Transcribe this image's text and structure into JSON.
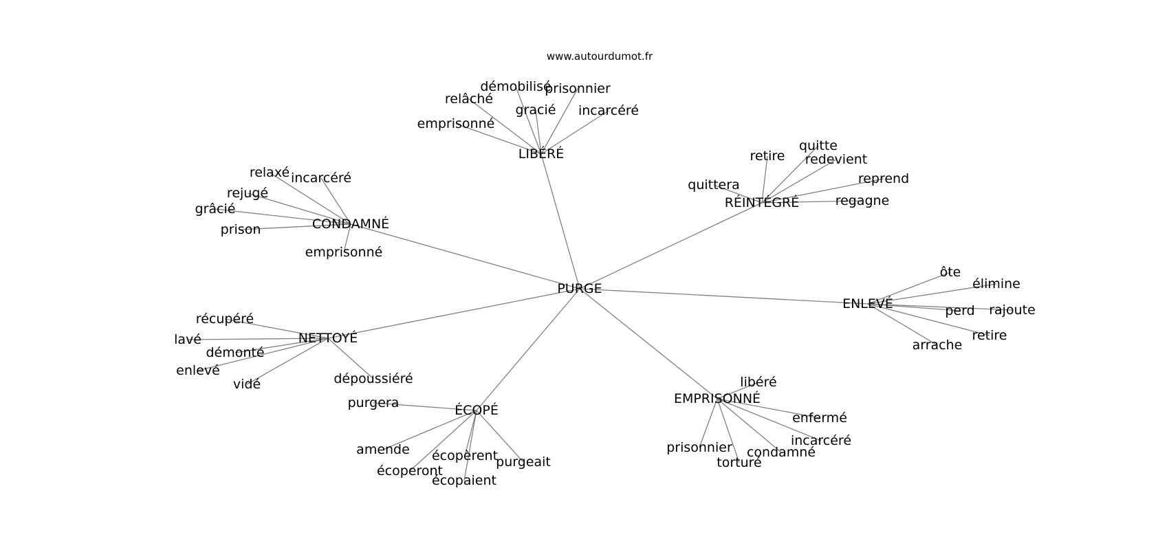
{
  "source": "www.autourdumot.fr",
  "colors": {
    "edge": "#808080",
    "text": "#000000",
    "background": "#ffffff"
  },
  "graph": {
    "center": "PURGE",
    "hubs": [
      {
        "label": "LIBÉRÉ",
        "leaves": [
          "démobilisé",
          "prisonnier",
          "relâché",
          "gracié",
          "incarcéré",
          "emprisonné"
        ]
      },
      {
        "label": "RÉINTÉGRÉ",
        "leaves": [
          "retire",
          "quitte",
          "redevient",
          "quittera",
          "reprend",
          "regagne"
        ]
      },
      {
        "label": "CONDAMNÉ",
        "leaves": [
          "relaxé",
          "incarcéré",
          "rejugé",
          "grâcié",
          "prison",
          "emprisonné"
        ]
      },
      {
        "label": "ENLEVÉ",
        "leaves": [
          "ôte",
          "élimine",
          "perd",
          "rajoute",
          "retire",
          "arrache"
        ]
      },
      {
        "label": "NETTOYÉ",
        "leaves": [
          "récupéré",
          "lavé",
          "démonté",
          "enlevé",
          "vidé",
          "dépoussiéré"
        ]
      },
      {
        "label": "ÉCOPÉ",
        "leaves": [
          "purgera",
          "amende",
          "écopèrent",
          "purgeait",
          "écoperont",
          "écopaient"
        ]
      },
      {
        "label": "EMPRISONNÉ",
        "leaves": [
          "libéré",
          "enfermé",
          "incarcéré",
          "prisonnier",
          "condamné",
          "torturé"
        ]
      }
    ]
  }
}
